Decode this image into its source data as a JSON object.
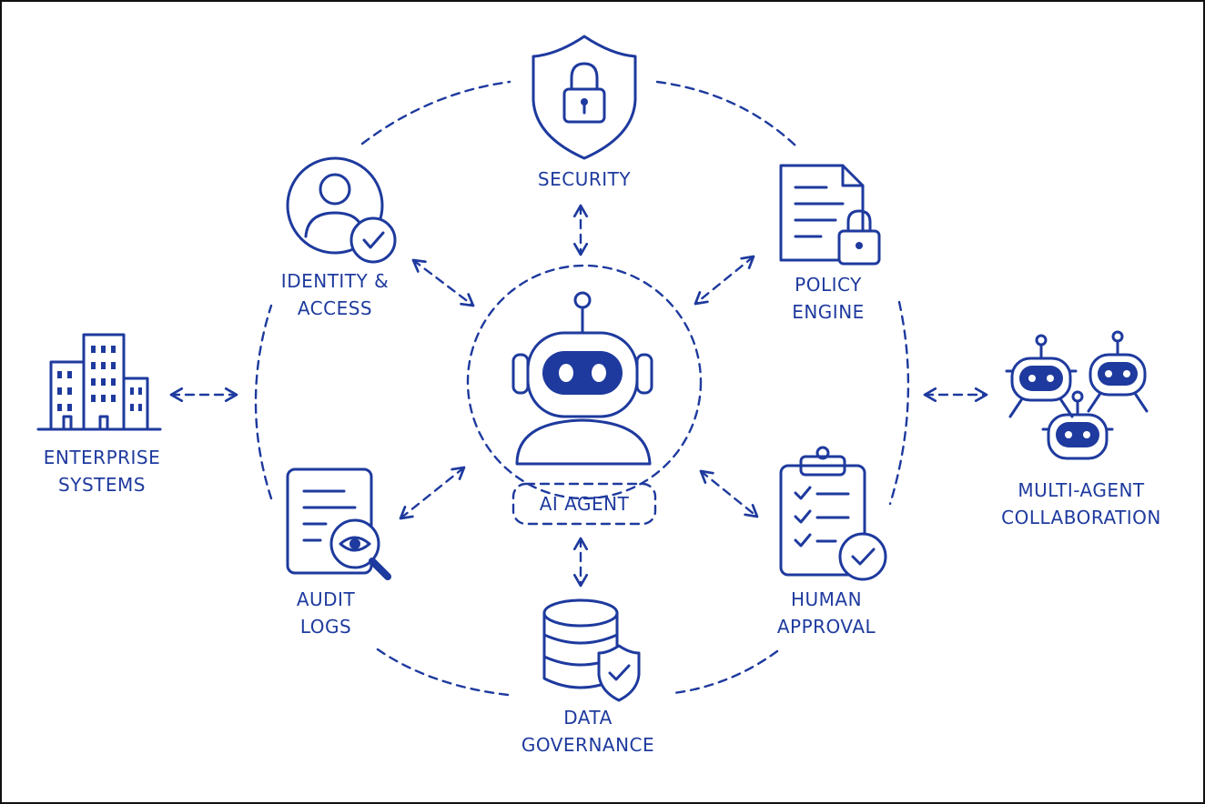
{
  "colors": {
    "ink": "#1e3a9e",
    "background": "#ffffff",
    "frame": "#111111"
  },
  "center": {
    "name": "AI AGENT",
    "icon": "robot-icon"
  },
  "nodes": [
    {
      "id": "security",
      "lines": [
        "SECURITY"
      ],
      "icon": "shield-lock-icon"
    },
    {
      "id": "identity-access",
      "lines": [
        "IDENTITY &",
        "ACCESS"
      ],
      "icon": "user-check-icon"
    },
    {
      "id": "policy-engine",
      "lines": [
        "POLICY",
        "ENGINE"
      ],
      "icon": "document-lock-icon"
    },
    {
      "id": "audit-logs",
      "lines": [
        "AUDIT",
        "LOGS"
      ],
      "icon": "document-eye-icon"
    },
    {
      "id": "human-approval",
      "lines": [
        "HUMAN",
        "APPROVAL"
      ],
      "icon": "clipboard-check-icon"
    },
    {
      "id": "data-governance",
      "lines": [
        "DATA",
        "GOVERNANCE"
      ],
      "icon": "database-shield-icon"
    }
  ],
  "external": [
    {
      "id": "enterprise-systems",
      "lines": [
        "ENTERPRISE",
        "SYSTEMS"
      ],
      "icon": "buildings-icon"
    },
    {
      "id": "multi-agent-collaboration",
      "lines": [
        "MULTI-AGENT",
        "COLLABORATION"
      ],
      "icon": "robots-group-icon"
    }
  ]
}
